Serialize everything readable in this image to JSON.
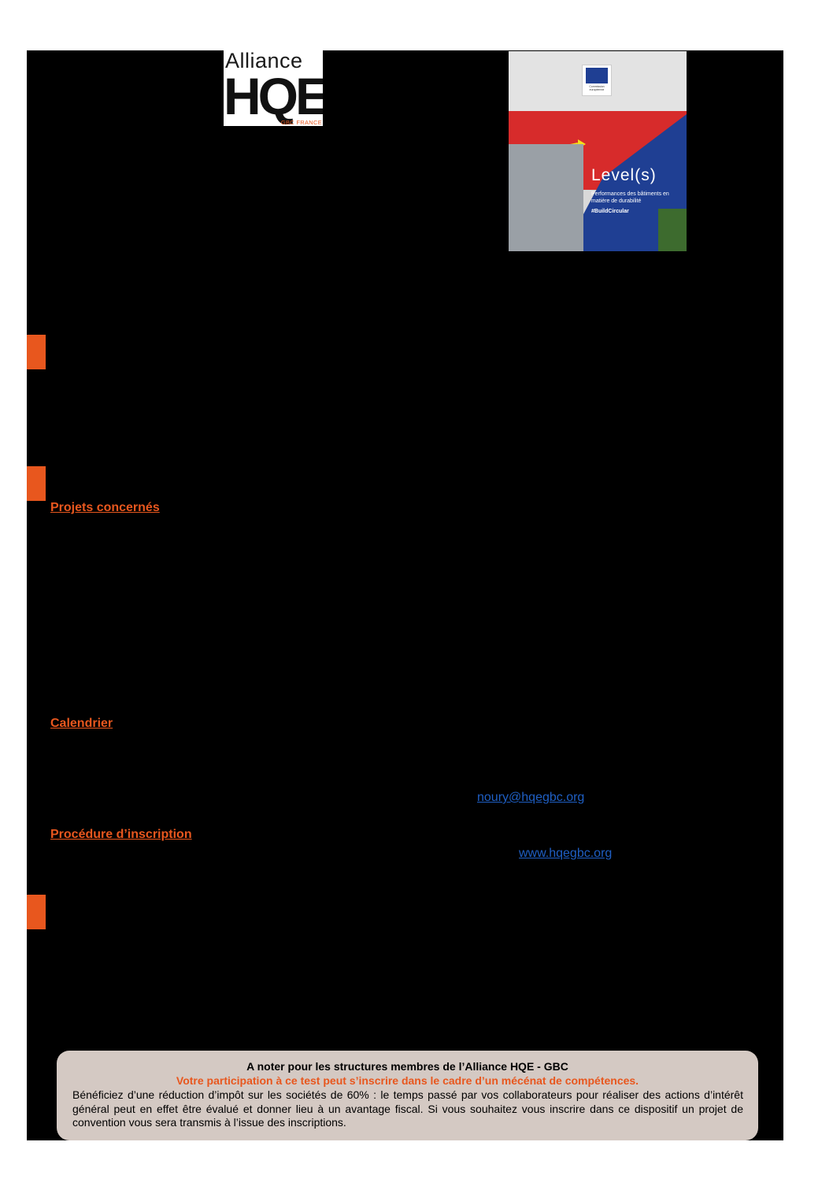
{
  "logo": {
    "alliance": "Alliance",
    "hqe": "HQE",
    "sub": "GBC FRANCE"
  },
  "cover": {
    "eu_label": "Commission européenne",
    "title": "Level(s)",
    "subtitle": "Performances des bâtiments en matière de durabilité",
    "tag": "#BuildCircular"
  },
  "sections": {
    "projets": "Projets concernés",
    "calendrier": "Calendrier",
    "procedure": "Procédure d’inscription"
  },
  "links": {
    "email": "noury@hqegbc.org",
    "website": "www.hqegbc.org"
  },
  "notice": {
    "title": "A noter pour les structures membres de l’Alliance HQE - GBC",
    "subtitle": "Votre participation à ce test peut s’inscrire dans le cadre d’un mécénat de compétences.",
    "body": "Bénéficiez d’une réduction d’impôt sur les sociétés de 60% : le temps passé par vos collaborateurs pour réaliser des actions d’intérêt général peut en effet être évalué et donner lieu à un avantage fiscal. Si vous souhaitez vous inscrire dans ce dispositif un projet de convention vous sera transmis à l’issue des inscriptions."
  },
  "colors": {
    "accent": "#e8571e",
    "link": "#1f5fc4",
    "notice_bg": "#d4c9c3",
    "page_bg": "#000000"
  }
}
